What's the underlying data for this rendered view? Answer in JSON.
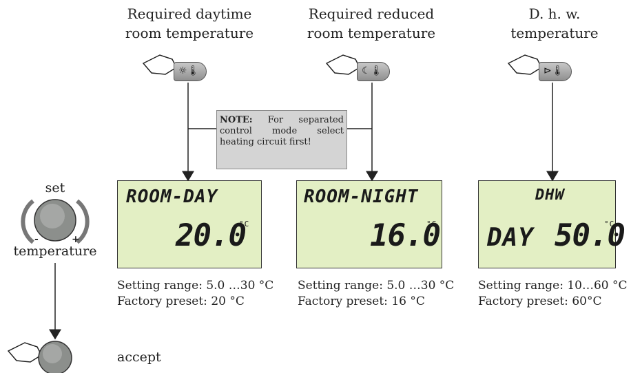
{
  "columns": [
    {
      "title_line1": "Required daytime",
      "title_line2": "room temperature",
      "button_glyph": "☼🌡",
      "lcd_line1": "ROOM-DAY",
      "lcd_line2_left": "",
      "lcd_value": "20.0",
      "lcd_unit": "°C",
      "range": "Setting range: 5.0 …30 °C",
      "preset": "Factory preset:   20 °C"
    },
    {
      "title_line1": "Required reduced",
      "title_line2": "room temperature",
      "button_glyph": "☾🌡",
      "lcd_line1": "ROOM-NIGHT",
      "lcd_line2_left": "",
      "lcd_value": "16.0",
      "lcd_unit": "°C",
      "range": "Setting range: 5.0 …30 °C",
      "preset": "Factory preset:   16 °C"
    },
    {
      "title_line1": "D. h. w.",
      "title_line2": "temperature",
      "button_glyph": "⊳🌡",
      "lcd_line1": "DHW",
      "lcd_line2_left": "DAY",
      "lcd_value": "50.0",
      "lcd_unit": "°C",
      "range": "Setting range: 10…60 °C",
      "preset": "Factory preset:   60°C"
    }
  ],
  "note": {
    "bold": "NOTE:",
    "text": " For separated control mode select heating circuit first!"
  },
  "knob": {
    "label_top": "set",
    "label_bottom": "temperature",
    "minus": "-",
    "plus": "+",
    "accept": "accept"
  }
}
